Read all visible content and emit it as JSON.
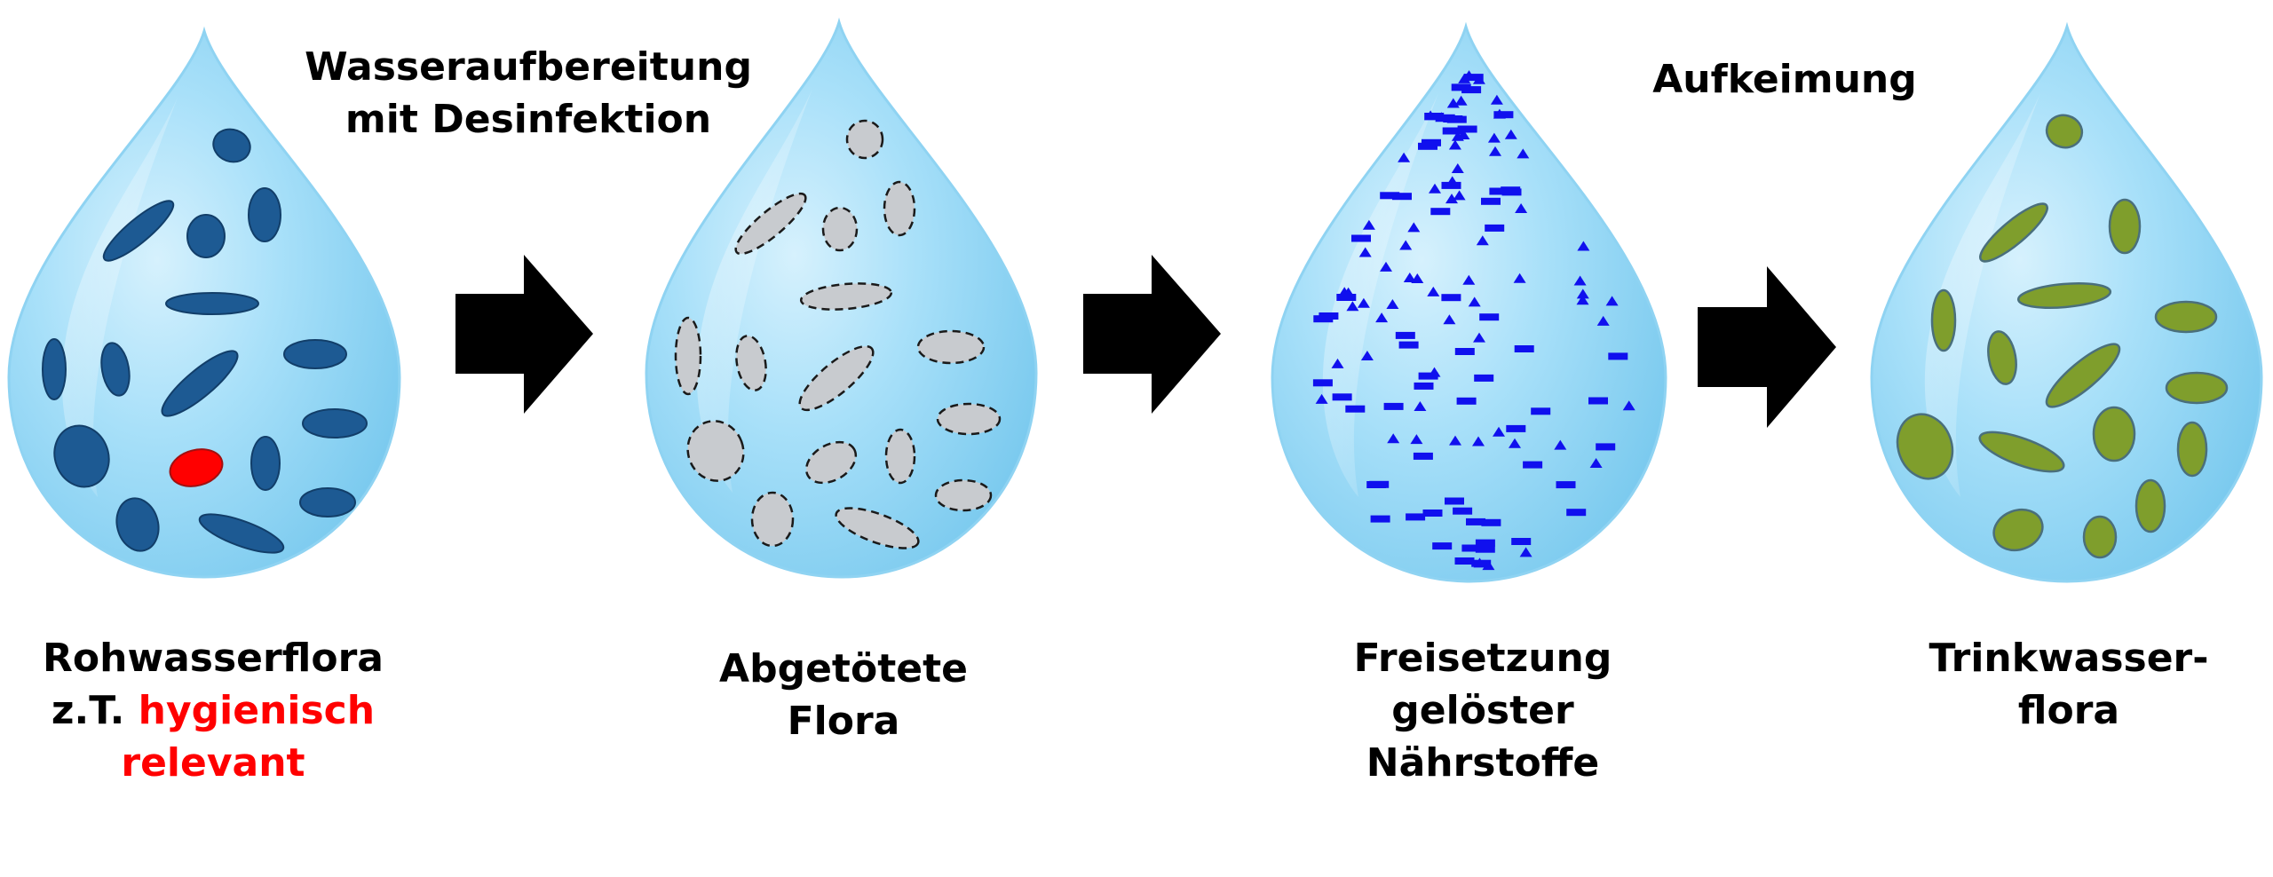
{
  "steps": [
    {
      "line1": "Rohwasserflora",
      "line2_prefix": "z.T. ",
      "line2_highlight": "hygienisch",
      "line3_highlight": "relevant"
    },
    {
      "line1": "Abgetötete",
      "line2": "Flora"
    },
    {
      "line1": "Freisetzung",
      "line2": "gelöster",
      "line3": "Nährstoffe"
    },
    {
      "line1": "Trinkwasser-",
      "line2": "flora"
    }
  ],
  "transitions": {
    "first": {
      "line1": "Wasseraufbereitung",
      "line2": "mit Desinfektion"
    },
    "third": {
      "line1": "Aufkeimung"
    }
  },
  "colors": {
    "drop_light": "#d6f1fd",
    "drop_mid": "#a3def8",
    "drop_dark": "#7fcdf1",
    "bacteria_dark_blue": "#1d5a93",
    "bacteria_dark_blue_edge": "#123e69",
    "pathogen_red": "#ff0000",
    "dead_gray": "#c8cbcf",
    "nutrient_blue": "#1010ee",
    "drinking_green": "#7f9e2c",
    "drinking_green_edge": "#4a6f7c",
    "arrow": "#000000",
    "highlight_text": "#ff0000"
  }
}
